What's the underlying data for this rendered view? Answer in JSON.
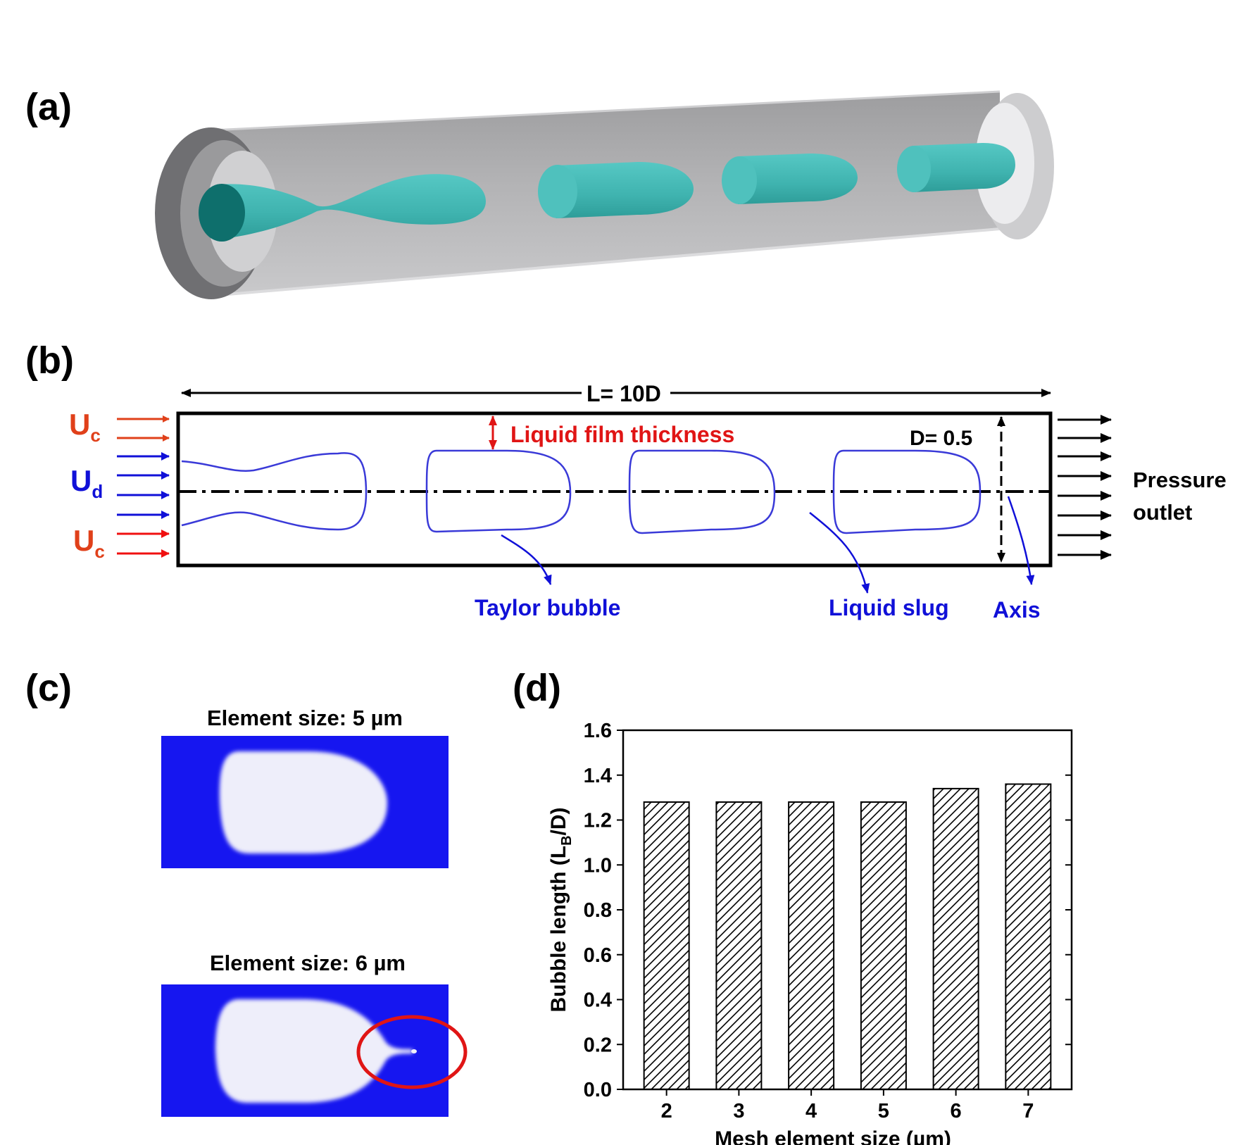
{
  "panels": {
    "a": "(a)",
    "b": "(b)",
    "c": "(c)",
    "d": "(d)"
  },
  "colors": {
    "continuous_phase_label": "#e0401a",
    "dispersed_phase_label": "#1010d8",
    "annotation_red": "#e01515",
    "annotation_blue": "#1010d8",
    "bubble_teal": "#3fb9b5",
    "tube_grey": "#a9a9ab",
    "sim_blue": "#1616f0",
    "sim_bubble": "#eeeefa"
  },
  "schematic": {
    "length_label": "L= 10D",
    "diameter_label": "D= 0.5",
    "uc": "U",
    "uc_sub": "c",
    "ud": "U",
    "ud_sub": "d",
    "film_thickness": "Liquid film thickness",
    "taylor_bubble": "Taylor bubble",
    "liquid_slug": "Liquid slug",
    "axis": "Axis",
    "outlet_line1": "Pressure",
    "outlet_line2": "outlet"
  },
  "simulations": {
    "top_title": "Element size: 5 µm",
    "bottom_title": "Element size: 6 µm"
  },
  "chart_data": {
    "type": "bar",
    "categories": [
      "2",
      "3",
      "4",
      "5",
      "6",
      "7"
    ],
    "values": [
      1.28,
      1.28,
      1.28,
      1.28,
      1.34,
      1.36
    ],
    "xlabel": "Mesh element size (µm)",
    "ylabel_main": "Bubble length (L",
    "ylabel_sub": "B",
    "ylabel_end": "/D)",
    "ylim": [
      0.0,
      1.6
    ],
    "yticks": [
      "0.0",
      "0.2",
      "0.4",
      "0.6",
      "0.8",
      "1.0",
      "1.2",
      "1.4",
      "1.6"
    ],
    "bar_fill": "diagonal hatch",
    "grid": false
  }
}
